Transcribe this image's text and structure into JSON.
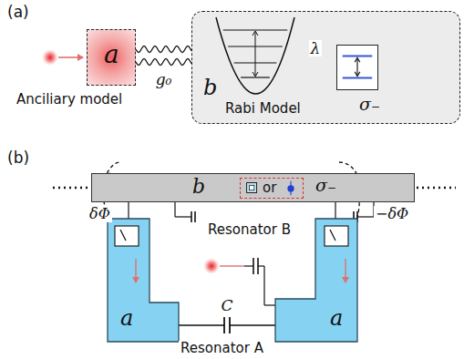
{
  "diagram": {
    "nodes": [
      {
        "text": [
          "a",
          "Anciliary model"
        ]
      },
      {
        "text": [
          "Rabi Model"
        ]
      },
      {
        "text": [
          "b"
        ],
        "in": 1
      },
      {
        "text": [
          "σ₋"
        ],
        "in": 1
      },
      {
        "text": [
          "b",
          "σ₋"
        ]
      },
      {
        "text": [
          "or"
        ],
        "in": 4
      },
      {
        "text": [
          "a"
        ]
      },
      {
        "text": [
          "a"
        ]
      }
    ],
    "edges": [
      {
        "from": 0,
        "to": 1,
        "arrow": "none",
        "label": "g₀"
      },
      {
        "from": 2,
        "to": 3,
        "arrow": "none",
        "label": "λ"
      },
      {
        "from": 6,
        "to": 7,
        "arrow": "none",
        "label": "C"
      }
    ],
    "labels": [
      "(a)",
      "(b)",
      "δΦ",
      "−δΦ",
      "Resonator B",
      "Resonator A"
    ]
  }
}
